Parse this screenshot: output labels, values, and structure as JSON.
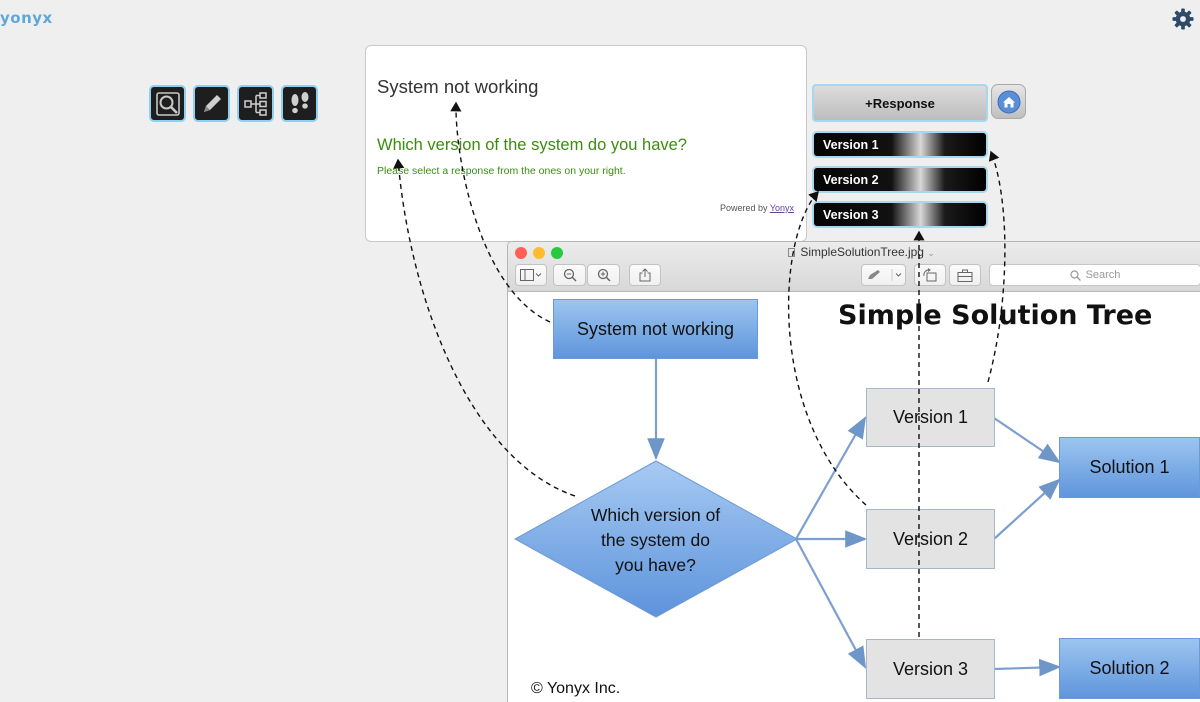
{
  "app": {
    "logo": "yonyx"
  },
  "toolbar": {
    "tools": [
      {
        "name": "search-tool",
        "icon": "magnifier-icon"
      },
      {
        "name": "edit-tool",
        "icon": "pencil-icon"
      },
      {
        "name": "tree-tool",
        "icon": "tree-icon"
      },
      {
        "name": "footsteps-tool",
        "icon": "footsteps-icon"
      }
    ]
  },
  "card": {
    "question": "System not working",
    "subquestion": "Which version of the system do you have?",
    "hint": "Please select a response from the ones on your right.",
    "powered_prefix": "Powered by",
    "powered_link": "Yonyx"
  },
  "responses": {
    "add_label": "+Response",
    "items": [
      "Version 1",
      "Version 2",
      "Version 3"
    ]
  },
  "preview": {
    "filename": "SimpleSolutionTree.jpg",
    "search_placeholder": "Search",
    "traffic_lights": [
      "#fe5f57",
      "#febc2e",
      "#28c840"
    ]
  },
  "diagram": {
    "title": "Simple Solution Tree",
    "root": "System not working",
    "decision": "Which version of the system do you have?",
    "versions": [
      "Version 1",
      "Version 2",
      "Version 3"
    ],
    "solutions": [
      "Solution 1",
      "Solution 2"
    ],
    "copyright": "© Yonyx Inc."
  },
  "colors": {
    "accent": "#5ea8d8",
    "green_text": "#3c8c10",
    "node_blue": "#7aaee8"
  }
}
